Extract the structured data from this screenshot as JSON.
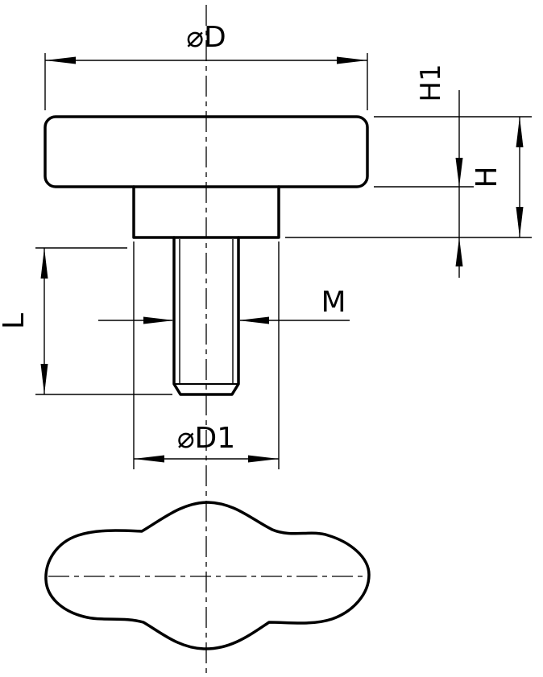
{
  "drawing": {
    "type": "technical-drawing",
    "part": "wing-knob-with-threaded-stud",
    "colors": {
      "line": "#000000",
      "background": "#ffffff"
    },
    "labels": {
      "diameter_d": "⌀D",
      "height_h1": "H1",
      "height_h": "H",
      "thread_m": "M",
      "length_l": "L",
      "diameter_d1": "⌀D1"
    }
  }
}
